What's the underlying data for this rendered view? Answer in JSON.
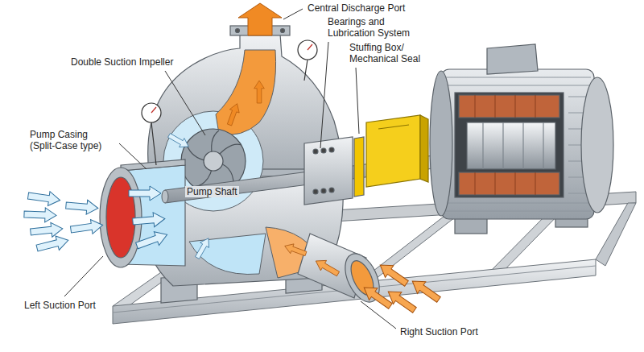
{
  "diagram": {
    "labels": [
      "Central Discharge Port",
      "Double Suction Impeller",
      "Bearings and Lubrication System",
      "Stuffing Box/ Mechanical Seal",
      "Pump Casing (Split-Case type)",
      "Pump Shaft",
      "Left Suction Port",
      "Right Suction Port"
    ]
  }
}
